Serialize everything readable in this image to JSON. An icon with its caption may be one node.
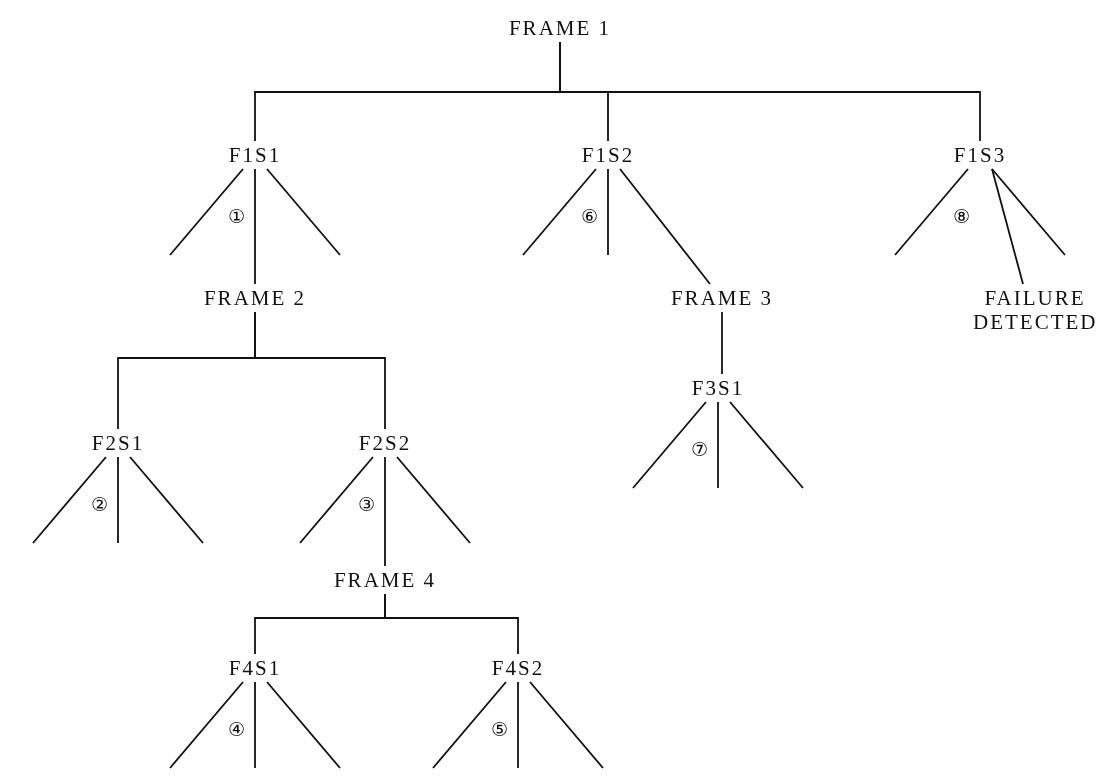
{
  "diagram": {
    "nodes": [
      {
        "text": [
          "FRAME 1"
        ]
      },
      {
        "text": [
          "F1S1"
        ]
      },
      {
        "text": [
          "F1S2"
        ]
      },
      {
        "text": [
          "F1S3"
        ]
      },
      {
        "text": [
          "FRAME 2"
        ]
      },
      {
        "text": [
          "FRAME 3"
        ]
      },
      {
        "text": [
          "FAILURE DETECTED"
        ]
      },
      {
        "text": [
          "F2S1"
        ]
      },
      {
        "text": [
          "F2S2"
        ]
      },
      {
        "text": [
          "F3S1"
        ]
      },
      {
        "text": [
          "FRAME 4"
        ]
      },
      {
        "text": [
          "F4S1"
        ]
      },
      {
        "text": [
          "F4S2"
        ]
      }
    ],
    "edges": [
      {
        "from": 0,
        "to": 1,
        "arrow": "none"
      },
      {
        "from": 0,
        "to": 2,
        "arrow": "none"
      },
      {
        "from": 0,
        "to": 3,
        "arrow": "none"
      },
      {
        "from": 1,
        "to": null,
        "arrow": "none",
        "label": "①"
      },
      {
        "from": 1,
        "to": 4,
        "arrow": "none"
      },
      {
        "from": 1,
        "to": null,
        "arrow": "none"
      },
      {
        "from": 2,
        "to": null,
        "arrow": "none",
        "label": "⑥"
      },
      {
        "from": 2,
        "to": null,
        "arrow": "none"
      },
      {
        "from": 2,
        "to": 5,
        "arrow": "none"
      },
      {
        "from": 3,
        "to": null,
        "arrow": "none",
        "label": "⑧"
      },
      {
        "from": 3,
        "to": 6,
        "arrow": "none"
      },
      {
        "from": 3,
        "to": null,
        "arrow": "none"
      },
      {
        "from": 4,
        "to": 7,
        "arrow": "none"
      },
      {
        "from": 4,
        "to": 8,
        "arrow": "none"
      },
      {
        "from": 5,
        "to": 9,
        "arrow": "none"
      },
      {
        "from": 7,
        "to": null,
        "arrow": "none",
        "label": "②"
      },
      {
        "from": 7,
        "to": null,
        "arrow": "none"
      },
      {
        "from": 7,
        "to": null,
        "arrow": "none"
      },
      {
        "from": 8,
        "to": null,
        "arrow": "none",
        "label": "③"
      },
      {
        "from": 8,
        "to": 10,
        "arrow": "none"
      },
      {
        "from": 8,
        "to": null,
        "arrow": "none"
      },
      {
        "from": 9,
        "to": null,
        "arrow": "none",
        "label": "⑦"
      },
      {
        "from": 9,
        "to": null,
        "arrow": "none"
      },
      {
        "from": 9,
        "to": null,
        "arrow": "none"
      },
      {
        "from": 10,
        "to": 11,
        "arrow": "none"
      },
      {
        "from": 10,
        "to": 12,
        "arrow": "none"
      },
      {
        "from": 11,
        "to": null,
        "arrow": "none",
        "label": "④"
      },
      {
        "from": 11,
        "to": null,
        "arrow": "none"
      },
      {
        "from": 11,
        "to": null,
        "arrow": "none"
      },
      {
        "from": 12,
        "to": null,
        "arrow": "none",
        "label": "⑤"
      },
      {
        "from": 12,
        "to": null,
        "arrow": "none"
      },
      {
        "from": 12,
        "to": null,
        "arrow": "none"
      }
    ]
  }
}
